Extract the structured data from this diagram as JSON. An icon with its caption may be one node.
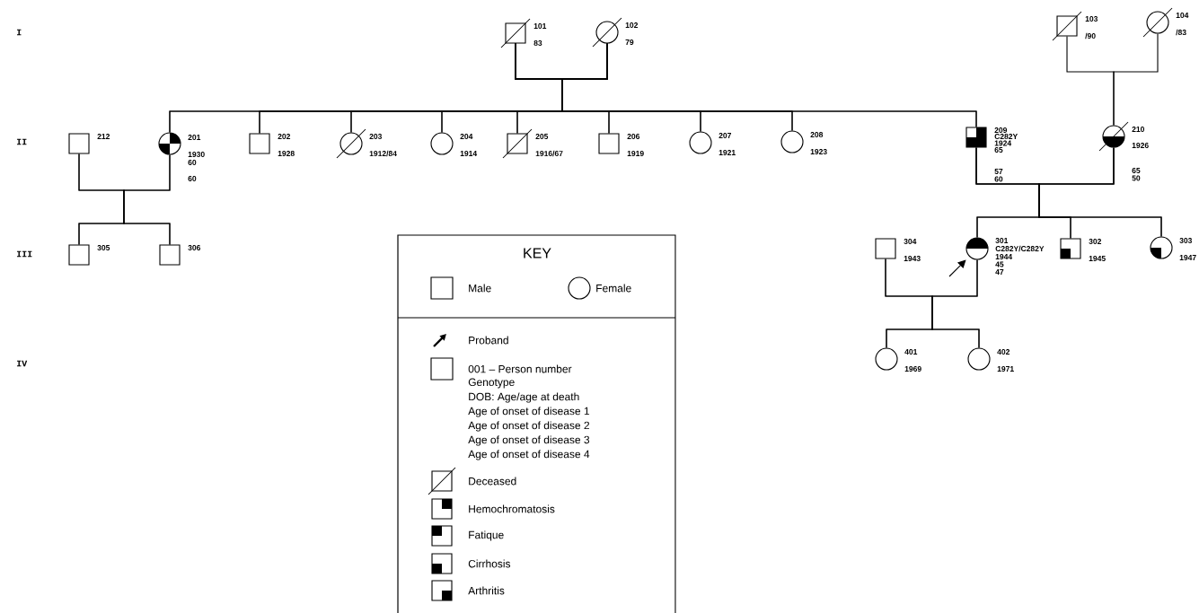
{
  "diagram": {
    "nodes": [
      {
        "text": [],
        "shape": "box",
        "beside": [
          "101",
          "83"
        ]
      },
      {
        "text": [],
        "shape": "circle",
        "beside": [
          "102",
          "79"
        ]
      },
      {
        "text": [],
        "shape": "box",
        "beside": [
          "103",
          "/90"
        ]
      },
      {
        "text": [],
        "shape": "circle",
        "beside": [
          "104",
          "/83"
        ]
      },
      {
        "text": [],
        "shape": "box",
        "beside": [
          "212"
        ]
      },
      {
        "text": [],
        "shape": "circle",
        "beside": [
          "201",
          "1930",
          "60",
          "60"
        ]
      },
      {
        "text": [],
        "shape": "box",
        "beside": [
          "202",
          "1928"
        ]
      },
      {
        "text": [],
        "shape": "circle",
        "beside": [
          "203",
          "1912/84"
        ]
      },
      {
        "text": [],
        "shape": "circle",
        "beside": [
          "204",
          "1914"
        ]
      },
      {
        "text": [],
        "shape": "box",
        "beside": [
          "205",
          "1916/67"
        ]
      },
      {
        "text": [],
        "shape": "box",
        "beside": [
          "206",
          "1919"
        ]
      },
      {
        "text": [],
        "shape": "circle",
        "beside": [
          "207",
          "1921"
        ]
      },
      {
        "text": [],
        "shape": "circle",
        "beside": [
          "208",
          "1923"
        ]
      },
      {
        "text": [],
        "shape": "box",
        "beside": [
          "209",
          "C282Y",
          "1924",
          "65",
          "57",
          "60"
        ]
      },
      {
        "text": [],
        "shape": "circle",
        "beside": [
          "210",
          "1926",
          "65",
          "50"
        ]
      },
      {
        "text": [],
        "shape": "box",
        "beside": [
          "305"
        ]
      },
      {
        "text": [],
        "shape": "box",
        "beside": [
          "306"
        ]
      },
      {
        "text": [],
        "shape": "box",
        "beside": [
          "304",
          "1943"
        ]
      },
      {
        "text": [],
        "shape": "circle",
        "beside": [
          "301",
          "C282Y/C282Y",
          "1944",
          "45",
          "47"
        ]
      },
      {
        "text": [],
        "shape": "box",
        "beside": [
          "302",
          "1945"
        ]
      },
      {
        "text": [],
        "shape": "circle",
        "beside": [
          "303",
          "1947"
        ]
      },
      {
        "text": [],
        "shape": "circle",
        "beside": [
          "401",
          "1969"
        ]
      },
      {
        "text": [],
        "shape": "circle",
        "beside": [
          "402",
          "1971"
        ]
      }
    ],
    "edges": [
      {
        "from": 0,
        "to": 5,
        "arrow": "none"
      },
      {
        "from": 0,
        "to": 6,
        "arrow": "none"
      },
      {
        "from": 0,
        "to": 7,
        "arrow": "none"
      },
      {
        "from": 0,
        "to": 8,
        "arrow": "none"
      },
      {
        "from": 0,
        "to": 9,
        "arrow": "none"
      },
      {
        "from": 0,
        "to": 10,
        "arrow": "none"
      },
      {
        "from": 0,
        "to": 11,
        "arrow": "none"
      },
      {
        "from": 0,
        "to": 12,
        "arrow": "none"
      },
      {
        "from": 0,
        "to": 13,
        "arrow": "none"
      },
      {
        "from": 1,
        "to": 5,
        "arrow": "none"
      },
      {
        "from": 1,
        "to": 6,
        "arrow": "none"
      },
      {
        "from": 1,
        "to": 7,
        "arrow": "none"
      },
      {
        "from": 1,
        "to": 8,
        "arrow": "none"
      },
      {
        "from": 1,
        "to": 9,
        "arrow": "none"
      },
      {
        "from": 1,
        "to": 10,
        "arrow": "none"
      },
      {
        "from": 1,
        "to": 11,
        "arrow": "none"
      },
      {
        "from": 1,
        "to": 12,
        "arrow": "none"
      },
      {
        "from": 1,
        "to": 13,
        "arrow": "none"
      },
      {
        "from": 2,
        "to": 14,
        "arrow": "none"
      },
      {
        "from": 3,
        "to": 14,
        "arrow": "none"
      },
      {
        "from": 4,
        "to": 15,
        "arrow": "none"
      },
      {
        "from": 4,
        "to": 16,
        "arrow": "none"
      },
      {
        "from": 5,
        "to": 15,
        "arrow": "none"
      },
      {
        "from": 5,
        "to": 16,
        "arrow": "none"
      },
      {
        "from": 13,
        "to": 18,
        "arrow": "none"
      },
      {
        "from": 13,
        "to": 19,
        "arrow": "none"
      },
      {
        "from": 13,
        "to": 20,
        "arrow": "none"
      },
      {
        "from": 14,
        "to": 18,
        "arrow": "none"
      },
      {
        "from": 14,
        "to": 19,
        "arrow": "none"
      },
      {
        "from": 14,
        "to": 20,
        "arrow": "none"
      },
      {
        "from": 17,
        "to": 21,
        "arrow": "none"
      },
      {
        "from": 17,
        "to": 22,
        "arrow": "none"
      },
      {
        "from": 18,
        "to": 21,
        "arrow": "none"
      },
      {
        "from": 18,
        "to": 22,
        "arrow": "none"
      },
      {
        "from": null,
        "to": 18,
        "arrow": "to"
      }
    ],
    "labels": [
      "I",
      "II",
      "III",
      "IV",
      "KEY"
    ],
    "legend": [
      {
        "text": "Male"
      },
      {
        "text": "Female"
      },
      {
        "text": "Proband"
      },
      {
        "text": "001 – Person number"
      },
      {
        "text": "Genotype"
      },
      {
        "text": "DOB: Age/age at death"
      },
      {
        "text": "Age of onset of disease 1"
      },
      {
        "text": "Age of onset of disease 2"
      },
      {
        "text": "Age of onset of disease 3"
      },
      {
        "text": "Age of onset of disease 4"
      },
      {
        "text": "Deceased"
      },
      {
        "text": "Hemochromatosis"
      },
      {
        "text": "Fatique"
      },
      {
        "text": "Cirrhosis"
      },
      {
        "text": "Arthritis"
      }
    ]
  }
}
